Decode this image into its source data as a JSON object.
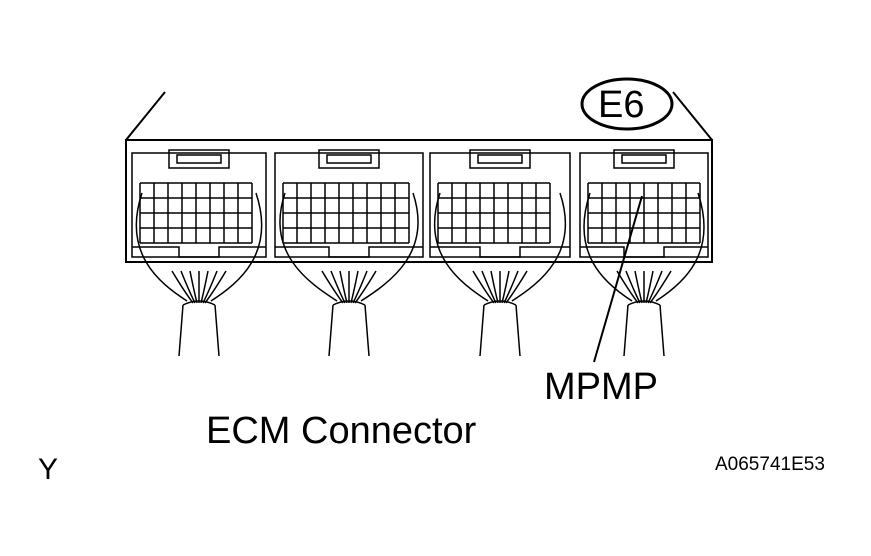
{
  "connector_label": "ECM Connector",
  "connector_id": "E6",
  "terminal_label": "MPMP",
  "corner_mark": "Y",
  "figure_ref": "A065741E53"
}
